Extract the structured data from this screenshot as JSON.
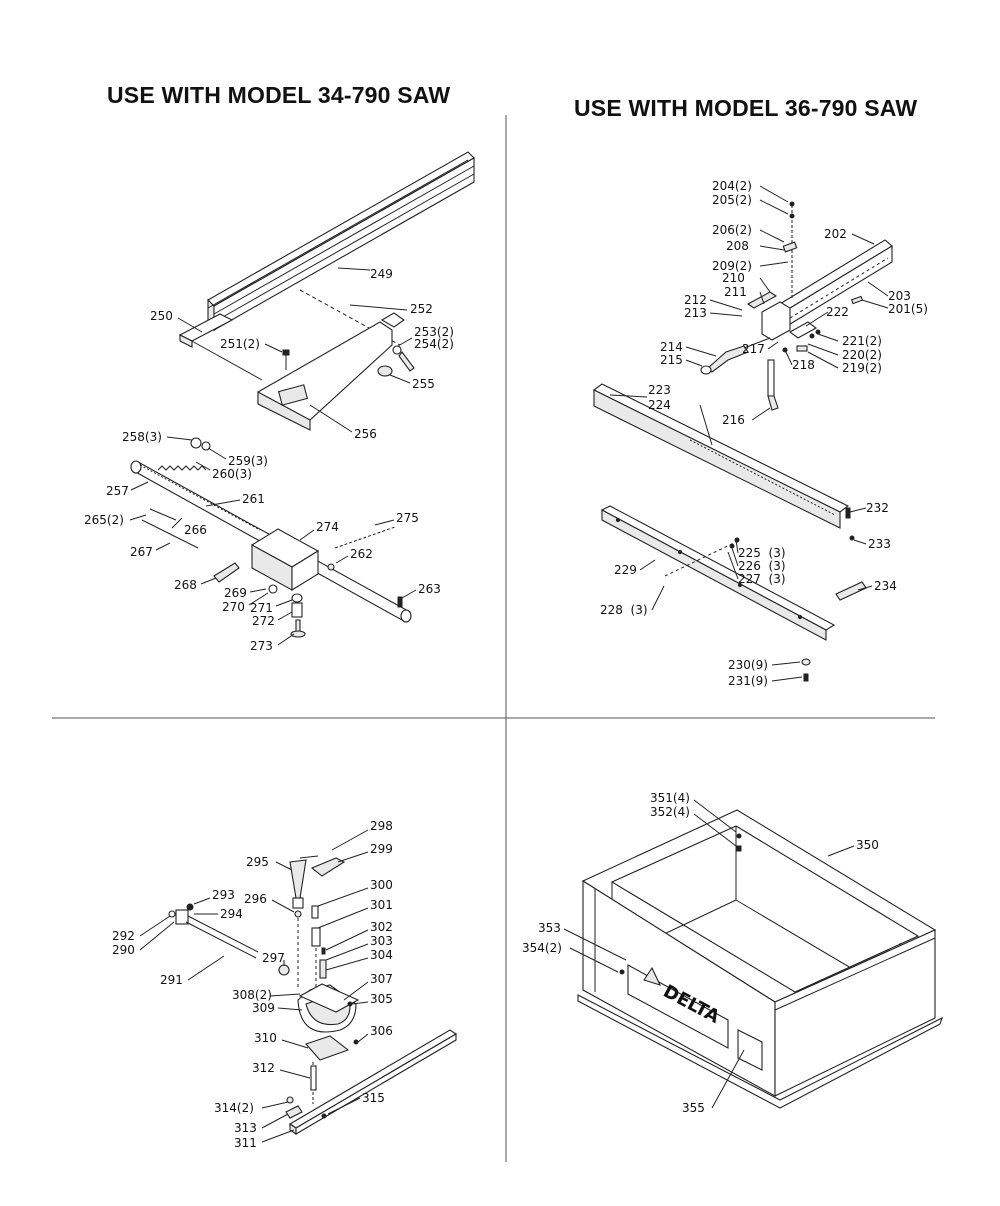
{
  "headings": {
    "left": "USE WITH MODEL 34-790 SAW",
    "right": "USE WITH MODEL 36-790 SAW"
  },
  "logo": "DELTA",
  "quadrants": {
    "top_left": {
      "callouts": [
        {
          "id": "249",
          "text": "249"
        },
        {
          "id": "250",
          "text": "250"
        },
        {
          "id": "252",
          "text": "252"
        },
        {
          "id": "251",
          "text": "251(2)"
        },
        {
          "id": "253",
          "text": "253(2)"
        },
        {
          "id": "254",
          "text": "254(2)"
        },
        {
          "id": "255",
          "text": "255"
        },
        {
          "id": "256",
          "text": "256"
        },
        {
          "id": "258",
          "text": "258(3)"
        },
        {
          "id": "259",
          "text": "259(3)"
        },
        {
          "id": "260",
          "text": "260(3)"
        },
        {
          "id": "257",
          "text": "257"
        },
        {
          "id": "261",
          "text": "261"
        },
        {
          "id": "265",
          "text": "265(2)"
        },
        {
          "id": "266",
          "text": "266"
        },
        {
          "id": "267",
          "text": "267"
        },
        {
          "id": "274",
          "text": "274"
        },
        {
          "id": "275",
          "text": "275"
        },
        {
          "id": "262",
          "text": "262"
        },
        {
          "id": "268",
          "text": "268"
        },
        {
          "id": "269",
          "text": "269"
        },
        {
          "id": "270",
          "text": "270"
        },
        {
          "id": "271",
          "text": "271"
        },
        {
          "id": "272",
          "text": "272"
        },
        {
          "id": "263",
          "text": "263"
        },
        {
          "id": "273",
          "text": "273"
        }
      ]
    },
    "top_right": {
      "callouts": [
        {
          "id": "204",
          "text": "204(2)"
        },
        {
          "id": "205",
          "text": "205(2)"
        },
        {
          "id": "206",
          "text": "206(2)"
        },
        {
          "id": "208",
          "text": "208"
        },
        {
          "id": "202",
          "text": "202"
        },
        {
          "id": "209",
          "text": "209(2)"
        },
        {
          "id": "210",
          "text": "210"
        },
        {
          "id": "211",
          "text": "211"
        },
        {
          "id": "203",
          "text": "203"
        },
        {
          "id": "201",
          "text": "201(5)"
        },
        {
          "id": "212",
          "text": "212"
        },
        {
          "id": "213",
          "text": "213"
        },
        {
          "id": "222",
          "text": "222"
        },
        {
          "id": "221",
          "text": "221(2)"
        },
        {
          "id": "214",
          "text": "214"
        },
        {
          "id": "217",
          "text": "217"
        },
        {
          "id": "220",
          "text": "220(2)"
        },
        {
          "id": "215",
          "text": "215"
        },
        {
          "id": "218",
          "text": "218"
        },
        {
          "id": "219",
          "text": "219(2)"
        },
        {
          "id": "223",
          "text": "223"
        },
        {
          "id": "224",
          "text": "224"
        },
        {
          "id": "216",
          "text": "216"
        },
        {
          "id": "232",
          "text": "232"
        },
        {
          "id": "233",
          "text": "233"
        },
        {
          "id": "225",
          "text": "225  (3)"
        },
        {
          "id": "226",
          "text": "226  (3)"
        },
        {
          "id": "227",
          "text": "227  (3)"
        },
        {
          "id": "229",
          "text": "229"
        },
        {
          "id": "234",
          "text": "234"
        },
        {
          "id": "228",
          "text": "228  (3)"
        },
        {
          "id": "230",
          "text": "230(9)"
        },
        {
          "id": "231",
          "text": "231(9)"
        }
      ]
    },
    "bottom_left": {
      "callouts": [
        {
          "id": "298",
          "text": "298"
        },
        {
          "id": "295",
          "text": "295"
        },
        {
          "id": "299",
          "text": "299"
        },
        {
          "id": "300",
          "text": "300"
        },
        {
          "id": "293",
          "text": "293"
        },
        {
          "id": "296",
          "text": "296"
        },
        {
          "id": "294",
          "text": "294"
        },
        {
          "id": "301",
          "text": "301"
        },
        {
          "id": "292",
          "text": "292"
        },
        {
          "id": "290",
          "text": "290"
        },
        {
          "id": "302",
          "text": "302"
        },
        {
          "id": "303",
          "text": "303"
        },
        {
          "id": "297",
          "text": "297"
        },
        {
          "id": "304",
          "text": "304"
        },
        {
          "id": "291",
          "text": "291"
        },
        {
          "id": "307",
          "text": "307"
        },
        {
          "id": "308",
          "text": "308(2)"
        },
        {
          "id": "305",
          "text": "305"
        },
        {
          "id": "309",
          "text": "309"
        },
        {
          "id": "306",
          "text": "306"
        },
        {
          "id": "310",
          "text": "310"
        },
        {
          "id": "312",
          "text": "312"
        },
        {
          "id": "315",
          "text": "315"
        },
        {
          "id": "314",
          "text": "314(2)"
        },
        {
          "id": "313",
          "text": "313"
        },
        {
          "id": "311",
          "text": "311"
        }
      ]
    },
    "bottom_right": {
      "callouts": [
        {
          "id": "351",
          "text": "351(4)"
        },
        {
          "id": "352",
          "text": "352(4)"
        },
        {
          "id": "350",
          "text": "350"
        },
        {
          "id": "353",
          "text": "353"
        },
        {
          "id": "354",
          "text": "354(2)"
        },
        {
          "id": "355",
          "text": "355"
        }
      ]
    }
  }
}
